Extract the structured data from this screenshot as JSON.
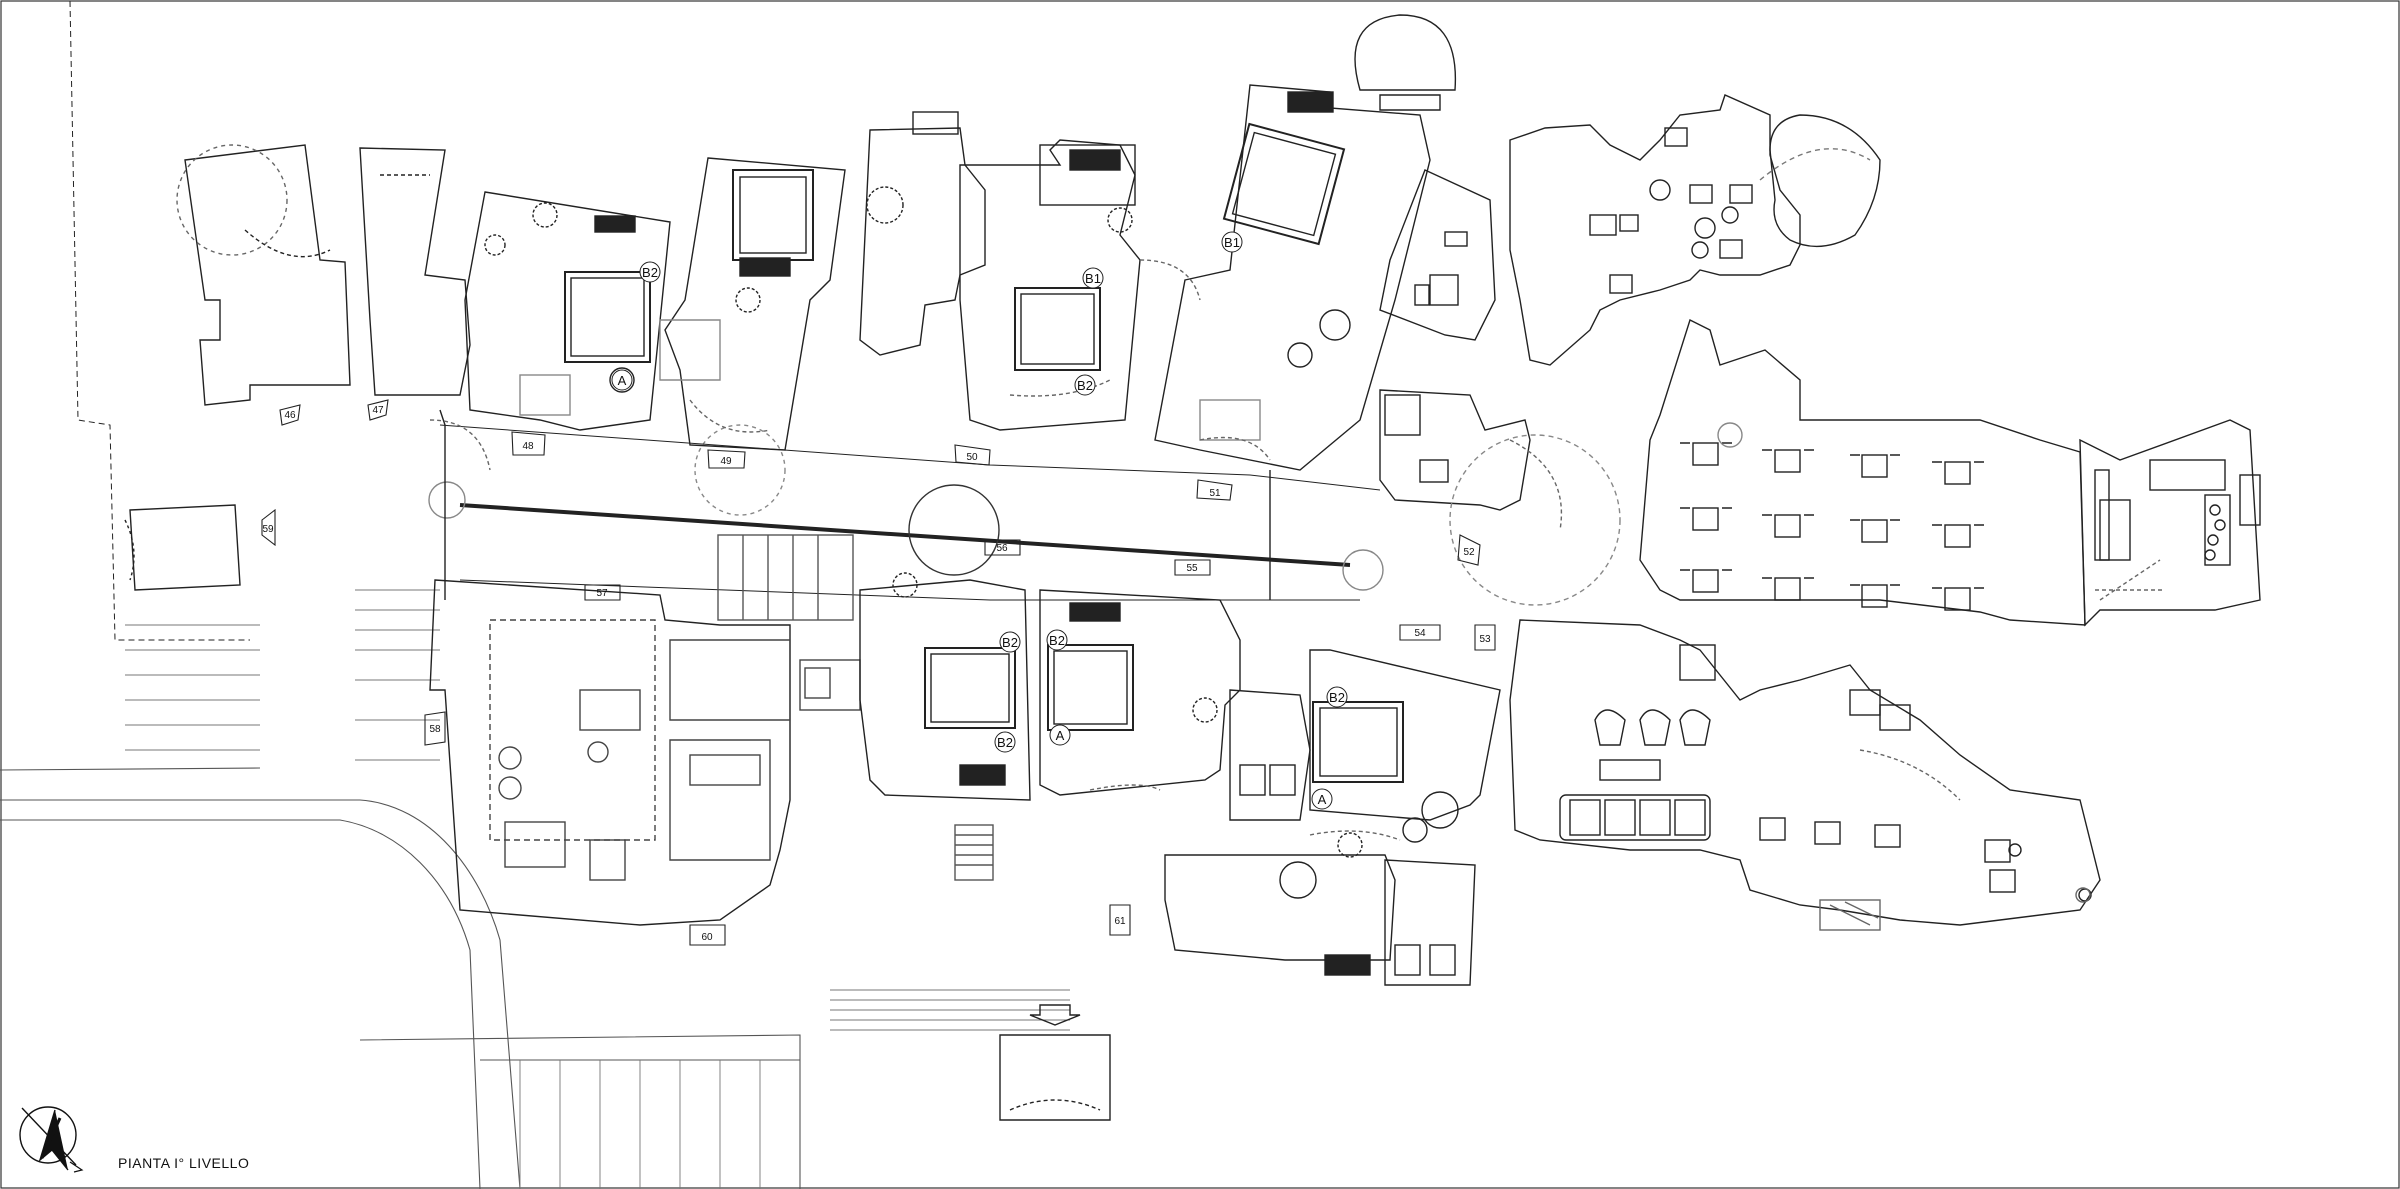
{
  "drawing": {
    "title": "PIANTA I° LIVELLO",
    "north_arrow": "north-arrow-icon"
  },
  "room_labels": [
    {
      "id": "r1",
      "text": "B2"
    },
    {
      "id": "r2",
      "text": "A"
    },
    {
      "id": "r3",
      "text": "B1"
    },
    {
      "id": "r4",
      "text": "B2"
    },
    {
      "id": "r5",
      "text": "B1"
    },
    {
      "id": "r6",
      "text": "B2"
    },
    {
      "id": "r7",
      "text": "B2"
    },
    {
      "id": "r8",
      "text": "B2"
    },
    {
      "id": "r9",
      "text": "A"
    },
    {
      "id": "r10",
      "text": "B2"
    },
    {
      "id": "r11",
      "text": "A"
    }
  ],
  "entrance_numbers": [
    {
      "id": "e46",
      "text": "46"
    },
    {
      "id": "e47",
      "text": "47"
    },
    {
      "id": "e48",
      "text": "48"
    },
    {
      "id": "e49",
      "text": "49"
    },
    {
      "id": "e50",
      "text": "50"
    },
    {
      "id": "e51",
      "text": "51"
    },
    {
      "id": "e52",
      "text": "52"
    },
    {
      "id": "e53",
      "text": "53"
    },
    {
      "id": "e54",
      "text": "54"
    },
    {
      "id": "e55",
      "text": "55"
    },
    {
      "id": "e56",
      "text": "56"
    },
    {
      "id": "e57",
      "text": "57"
    },
    {
      "id": "e58",
      "text": "58"
    },
    {
      "id": "e59",
      "text": "59"
    },
    {
      "id": "e60",
      "text": "60"
    },
    {
      "id": "e61",
      "text": "61"
    }
  ]
}
